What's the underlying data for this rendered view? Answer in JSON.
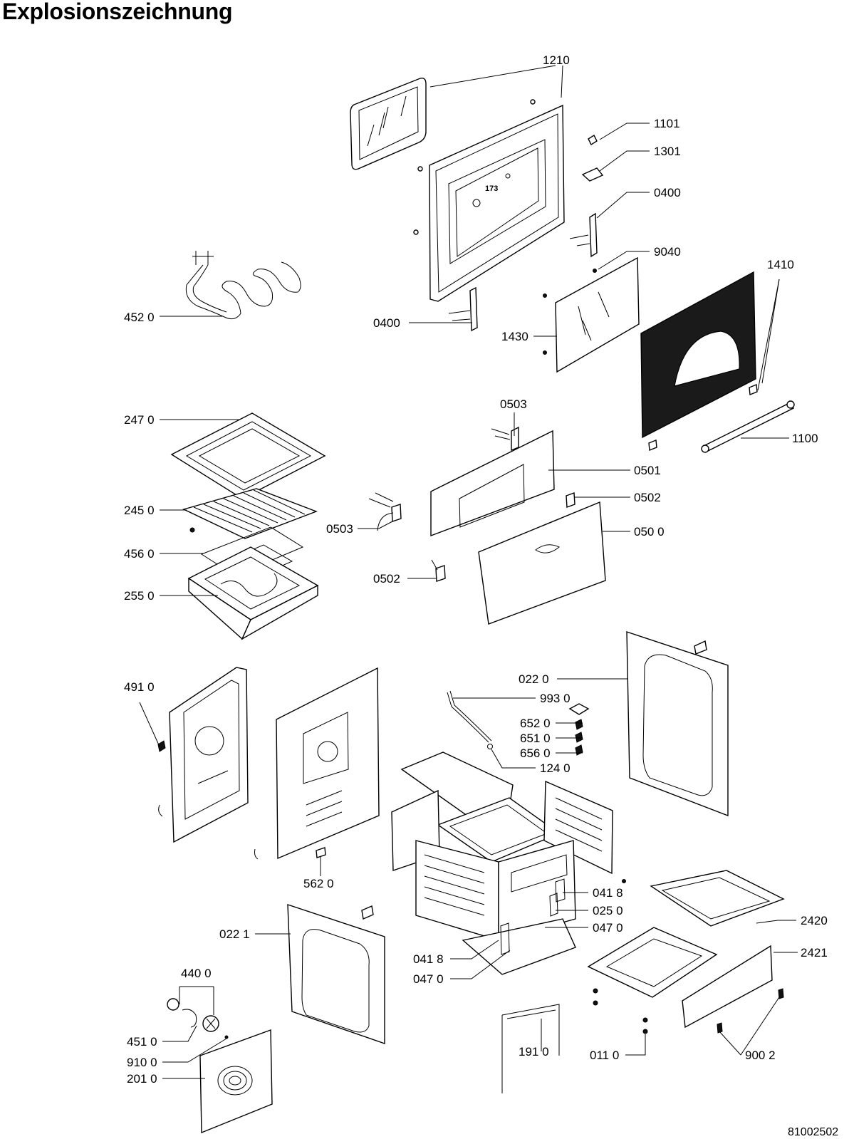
{
  "title": "Explosionszeichnung",
  "drawing_number": "81002502",
  "inline_callout": "173",
  "callouts": {
    "c1210": "1210",
    "c1101": "1101",
    "c1301": "1301",
    "c0400a": "0400",
    "c9040": "9040",
    "c1410": "1410",
    "c4520": "452 0",
    "c0400b": "0400",
    "c1430": "1430",
    "c0503a": "0503",
    "c1100": "1100",
    "c2470": "247 0",
    "c0501": "0501",
    "c0502a": "0502",
    "c2450": "245 0",
    "c0503b": "0503",
    "c0500": "050 0",
    "c4560": "456 0",
    "c0502b": "0502",
    "c2550": "255 0",
    "c0220": "022 0",
    "c4910": "491 0",
    "c9930": "993 0",
    "c6520": "652 0",
    "c6510": "651 0",
    "c6560": "656 0",
    "c1240": "124 0",
    "c5620": "562 0",
    "c0418a": "041 8",
    "c0250": "025 0",
    "c0470a": "047 0",
    "c0221": "022 1",
    "c2420": "2420",
    "c0418b": "041 8",
    "c2421": "2421",
    "c0470b": "047 0",
    "c4400": "440 0",
    "c4510": "451 0",
    "c0110": "011 0",
    "c9002": "900 2",
    "c9100": "910 0",
    "c1910": "191 0",
    "c2010": "201 0"
  }
}
